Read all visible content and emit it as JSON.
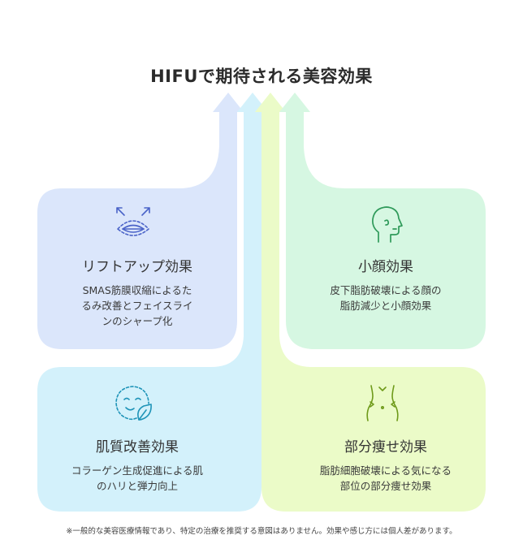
{
  "title": "HIFUで期待される美容効果",
  "cards": [
    {
      "title": "リフトアップ効果",
      "desc_lines": [
        "SMAS筋膜収縮によるた",
        "るみ改善とフェイスライ",
        "ンのシャープ化"
      ],
      "icon": "lift-face-icon",
      "color": "#dbe6fb"
    },
    {
      "title": "小顔効果",
      "desc_lines": [
        "皮下脂肪破壊による顔の",
        "脂肪減少と小顔効果"
      ],
      "icon": "face-profile-icon",
      "color": "#d6f7e2"
    },
    {
      "title": "肌質改善効果",
      "desc_lines": [
        "コラーゲン生成促進による肌",
        "のハリと弾力向上"
      ],
      "icon": "skin-leaf-icon",
      "color": "#d3f1fb"
    },
    {
      "title": "部分痩せ効果",
      "desc_lines": [
        "脂肪細胞破壊による気になる",
        "部位の部分痩せ効果"
      ],
      "icon": "waist-icon",
      "color": "#ebfbc8"
    }
  ],
  "footnote": "※一般的な美容医療情報であり、特定の治療を推奨する意図はありません。効果や感じ方には個人差があります。"
}
